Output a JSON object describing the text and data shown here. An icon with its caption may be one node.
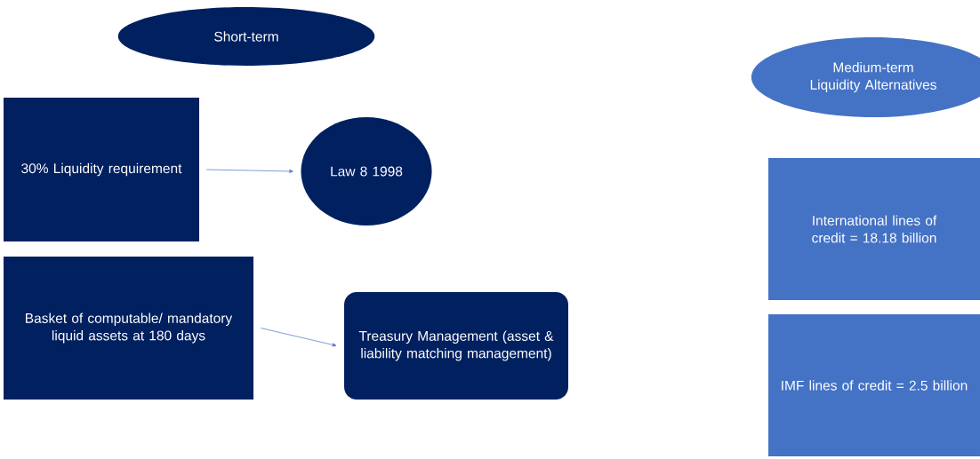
{
  "diagram": {
    "nodes": [
      {
        "text": [
          "Short-term"
        ]
      },
      {
        "text": [
          "30% Liquidity requirement"
        ]
      },
      {
        "text": [
          "Law 8 1998"
        ]
      },
      {
        "text": [
          "Basket of computable/ mandatory liquid assets at 180 days"
        ]
      },
      {
        "text": [
          "Treasury Management (asset & liability matching management)"
        ]
      },
      {
        "text": [
          "Medium-term Liquidity Alternatives"
        ]
      },
      {
        "text": [
          "International lines of credit = 18.18 billion"
        ]
      },
      {
        "text": [
          "IMF lines of credit = 2.5 billion"
        ]
      }
    ],
    "edges": [
      {
        "from": 1,
        "to": 2,
        "arrow": "to"
      },
      {
        "from": 3,
        "to": 4,
        "arrow": "to"
      }
    ]
  }
}
